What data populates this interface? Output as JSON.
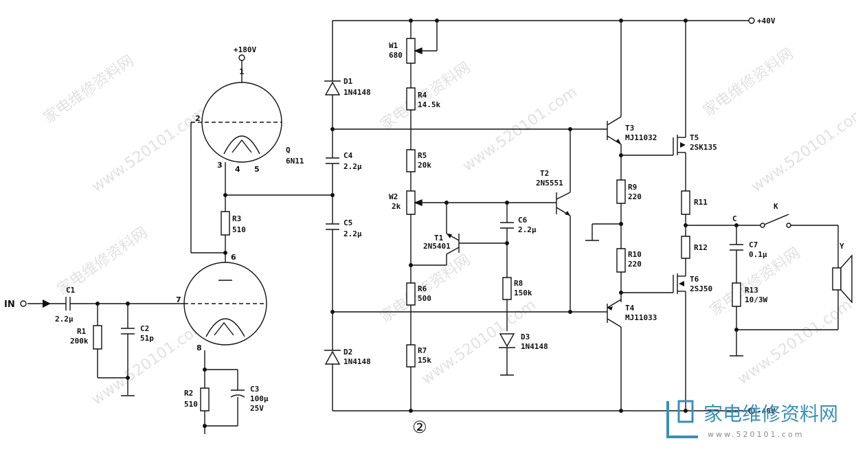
{
  "labels": {
    "input": "IN",
    "b180": "+180V",
    "p40": "+40V",
    "m40": "-40V",
    "circled": "②",
    "q_name": "Q",
    "q_part": "6N11",
    "pin1": "1",
    "pin2": "2",
    "pin3": "3",
    "pin4": "4",
    "pin5": "5",
    "pin6": "6",
    "pin7": "7",
    "pin8": "8",
    "c1_name": "C1",
    "c1_val": "2.2μ",
    "r1_name": "R1",
    "r1_val": "200k",
    "c2_name": "C2",
    "c2_val": "51p",
    "r2_name": "R2",
    "r2_val": "510",
    "c3_name": "C3",
    "c3_val": "100μ",
    "c3_v": "25V",
    "r3_name": "R3",
    "r3_val": "510",
    "d1_name": "D1",
    "d1_val": "1N4148",
    "d2_name": "D2",
    "d2_val": "1N4148",
    "c4_name": "C4",
    "c4_val": "2.2μ",
    "c5_name": "C5",
    "c5_val": "2.2μ",
    "w1_name": "W1",
    "w1_val": "680",
    "r4_name": "R4",
    "r4_val": "14.5k",
    "r5_name": "R5",
    "r5_val": "20k",
    "w2_name": "W2",
    "w2_val": "2k",
    "r6_name": "R6",
    "r6_val": "500",
    "r7_name": "R7",
    "r7_val": "15k",
    "t1_name": "T1",
    "t1_val": "2N5401",
    "t2_name": "T2",
    "t2_val": "2N5551",
    "c6_name": "C6",
    "c6_val": "2.2μ",
    "r8_name": "R8",
    "r8_val": "150k",
    "d3_name": "D3",
    "d3_val": "1N4148",
    "t3_name": "T3",
    "t3_val": "MJ11032",
    "t4_name": "T4",
    "t4_val": "MJ11033",
    "r9_name": "R9",
    "r9_val": "220",
    "r10_name": "R10",
    "r10_val": "220",
    "t5_name": "T5",
    "t5_val": "2SK135",
    "t6_name": "T6",
    "t6_val": "2SJ50",
    "r11_name": "R11",
    "r12_name": "R12",
    "c_node": "C",
    "k_switch": "K",
    "y_speaker": "Y",
    "c7_name": "C7",
    "c7_val": "0.1μ",
    "r13_name": "R13",
    "r13_val": "10/3W"
  },
  "watermark": {
    "text_cn": "家电维修资料网",
    "text_url": "www.520101.com"
  },
  "logo": {
    "text": "家电维修资料网",
    "url": "www.520101.com"
  },
  "colors": {
    "ink": "#111111",
    "logo_blue": "#3a8fb7",
    "watermark": "#c9c9c9"
  }
}
